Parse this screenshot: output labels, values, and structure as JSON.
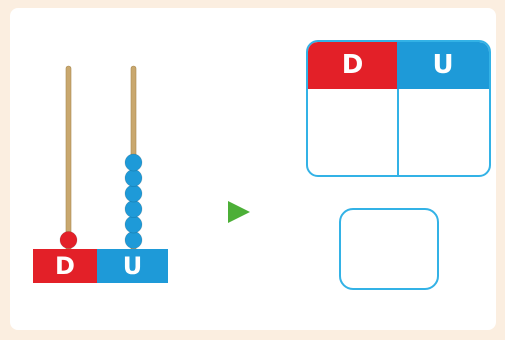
{
  "abacus": {
    "base_labels": {
      "tens": "D",
      "units": "U"
    },
    "tens_beads": 1,
    "units_beads": 6,
    "colors": {
      "rod": "#c9a86e",
      "tens_bead": "#e32028",
      "units_bead": "#1e9ad8"
    }
  },
  "table": {
    "headers": {
      "tens": "D",
      "units": "U"
    },
    "cells": {
      "tens": "",
      "units": ""
    }
  },
  "answer": {
    "value": ""
  },
  "colors": {
    "red": "#e32028",
    "blue": "#1e9ad8",
    "outline": "#33b2e6",
    "arrow": "#4caf37"
  },
  "icons": {
    "arrow": "play-arrow-icon"
  }
}
